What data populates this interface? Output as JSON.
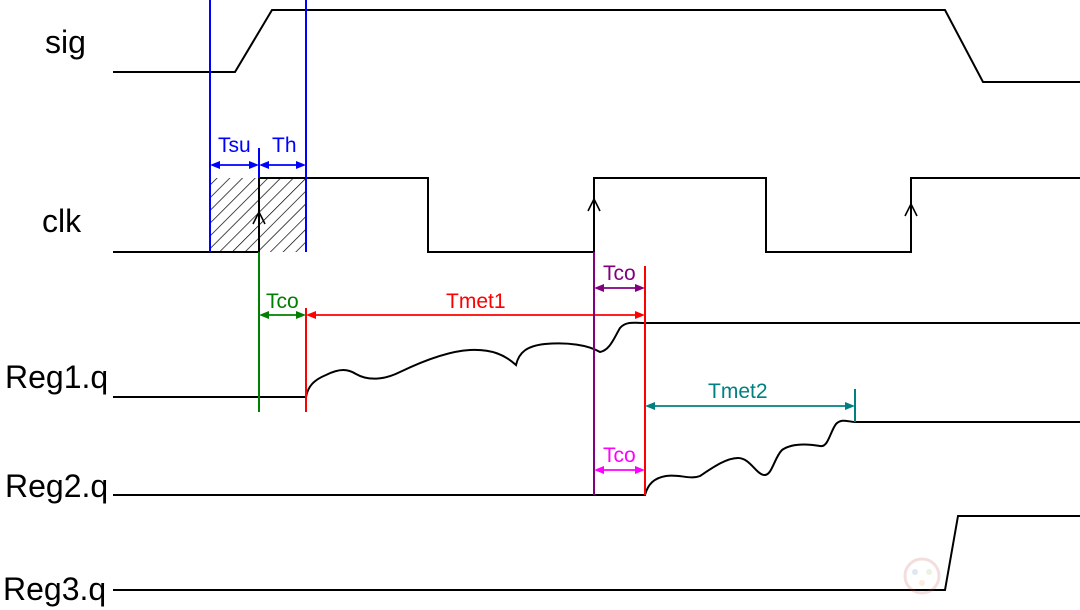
{
  "signals": {
    "sig": "sig",
    "clk": "clk",
    "reg1": "Reg1.q",
    "reg2": "Reg2.q",
    "reg3": "Reg3.q"
  },
  "timing_labels": {
    "tsu": "Tsu",
    "th": "Th",
    "tco_reg1": "Tco",
    "tmet1": "Tmet1",
    "tco_clk2": "Tco",
    "tco_reg2": "Tco",
    "tmet2": "Tmet2"
  },
  "colors": {
    "waveform": "#000000",
    "setup_hold": "#0000ff",
    "tco_reg1": "#008000",
    "tmet1": "#ff0000",
    "tco_clk2": "#800080",
    "tco_reg2": "#ff00ff",
    "tmet2": "#008080"
  }
}
